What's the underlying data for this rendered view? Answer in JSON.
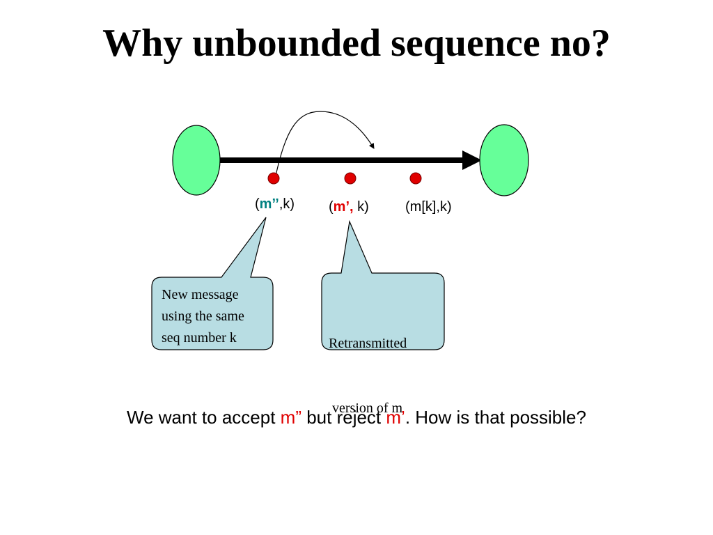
{
  "title": "Why unbounded sequence no?",
  "colors": {
    "node_fill": "#66ff99",
    "packet_fill": "#e00000",
    "callout_fill": "#b8dde3",
    "teal_text": "#008080",
    "red_text": "#e00000"
  },
  "labels": {
    "packet1": {
      "open": "(",
      "msg": "m’’",
      "rest": ",k)"
    },
    "packet2": {
      "open": "(",
      "msg": "m’,",
      "rest": " k)"
    },
    "packet3": {
      "text": "(m[k],k)"
    }
  },
  "callouts": {
    "left": {
      "lines": [
        "New message",
        "using the same",
        "seq number k"
      ]
    },
    "right": {
      "lines": [
        "Retransmitted",
        " version of m"
      ]
    }
  },
  "footer": {
    "part1": "We want to accept ",
    "m_double": "m”",
    "part2": " but reject ",
    "m_single": "m’",
    "part3": ". How is that possible?"
  }
}
